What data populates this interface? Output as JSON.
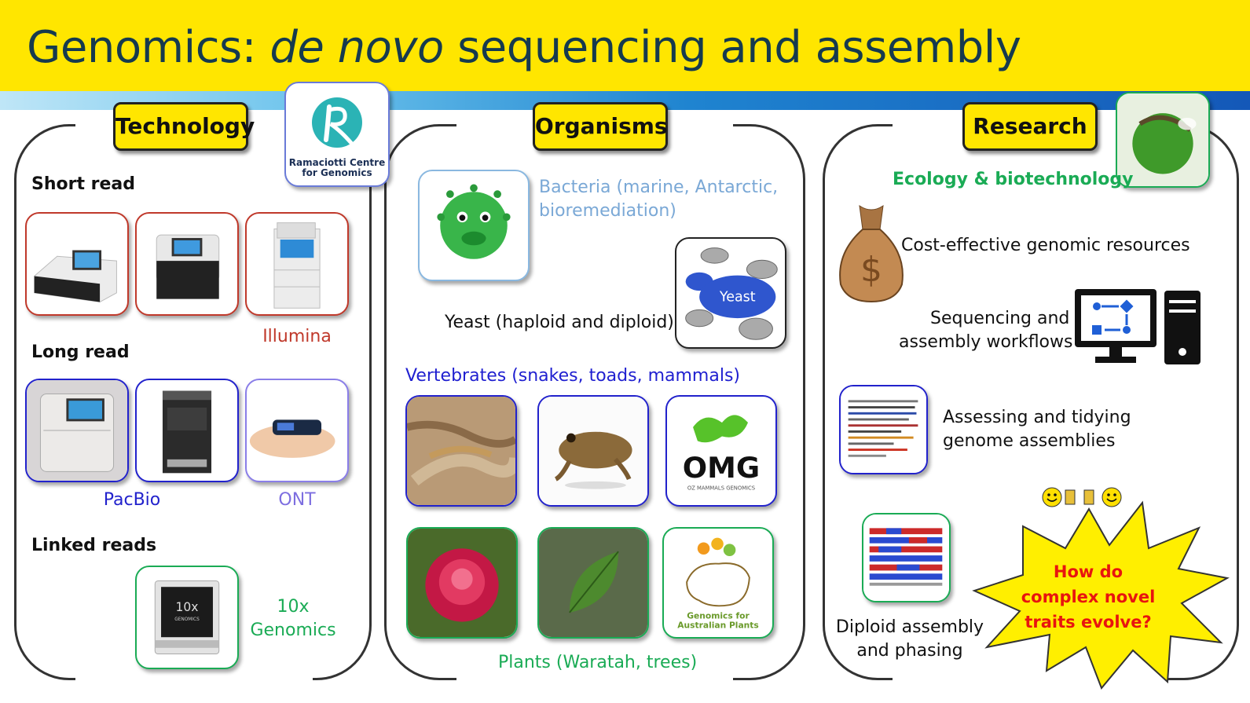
{
  "header": {
    "title_pre": "Genomics: ",
    "title_em": "de novo",
    "title_post": " sequencing and assembly"
  },
  "technology": {
    "tag": "Technology",
    "logo_line1": "Ramaciotti Centre",
    "logo_line2": "for Genomics",
    "short_read": "Short read",
    "illumina": "Illumina",
    "long_read": "Long read",
    "pacbio": "PacBio",
    "ont": "ONT",
    "linked_reads": "Linked reads",
    "tenx_line1": "10x",
    "tenx_line2": "Genomics",
    "tenx_device_label": "10x",
    "tenx_device_sub": "GENOMICS"
  },
  "organisms": {
    "tag": "Organisms",
    "bacteria_line1": "Bacteria (marine, Antarctic,",
    "bacteria_line2": "bioremediation)",
    "yeast_label": "Yeast (haploid and diploid)",
    "yeast_icon_text": "Yeast",
    "vertebrates": "Vertebrates (snakes, toads, mammals)",
    "omg_text": "OMG",
    "omg_sub": "OZ MAMMALS GENOMICS",
    "plants": "Plants (Waratah, trees)",
    "gap_line1": "Genomics for",
    "gap_line2": "Australian Plants"
  },
  "research": {
    "tag": "Research",
    "ecology": "Ecology & biotechnology",
    "cost": "Cost-effective genomic resources",
    "seq_line1": "Sequencing and",
    "seq_line2": "assembly workflows",
    "assess_line1": "Assessing and tidying",
    "assess_line2": "genome assemblies",
    "diploid_line1": "Diploid assembly",
    "diploid_line2": "and phasing",
    "star_line1": "How do",
    "star_line2": "complex novel",
    "star_line3": "traits evolve?"
  },
  "colors": {
    "header_yellow": "#ffe600",
    "title_navy": "#163a4e",
    "illumina_red": "#c0392b",
    "pacbio_blue": "#2222cc",
    "ont_purple": "#7d6ee0",
    "tenx_green": "#1aab55",
    "bacteria_lightblue": "#7aa8d6",
    "vertebrate_blue": "#1f1fd0",
    "plants_green": "#1aab55",
    "star_red": "#e8140f"
  }
}
